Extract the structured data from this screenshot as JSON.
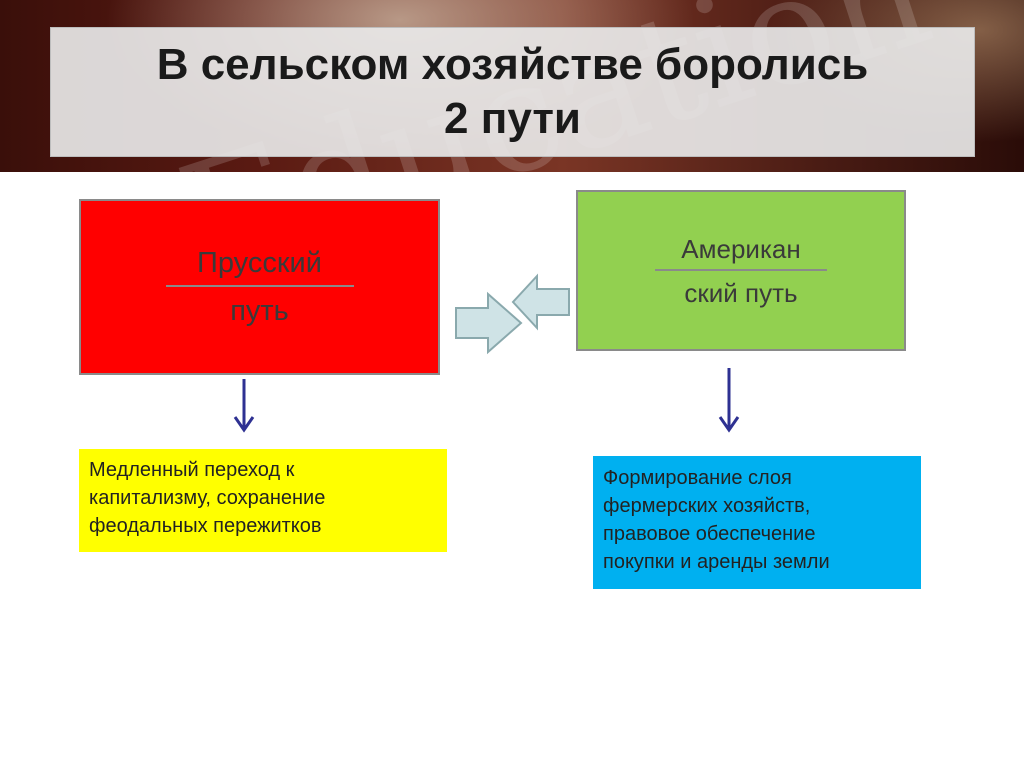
{
  "banner": {
    "decoration_text": "Education"
  },
  "title": {
    "line1": "В сельском хозяйстве боролись",
    "line2": "2 пути"
  },
  "paths": {
    "prussian": {
      "label_top": "Прусский",
      "label_bottom": "путь",
      "color": "#ff0000",
      "description": [
        "Медленный переход  к",
        "капитализму, сохранение",
        "феодальных пережитков"
      ],
      "description_color": "#ffff00"
    },
    "american": {
      "label_top": "Американ",
      "label_bottom": "ский путь",
      "color": "#92d050",
      "description": [
        "Формирование слоя",
        "фермерских хозяйств,",
        "правовое обеспечение",
        "покупки и аренды земли"
      ],
      "description_color": "#00b0f0"
    }
  },
  "colors": {
    "arrow_fill": "#cfe3e6",
    "arrow_stroke": "#8aa9ad",
    "down_arrow": "#2e3192"
  }
}
